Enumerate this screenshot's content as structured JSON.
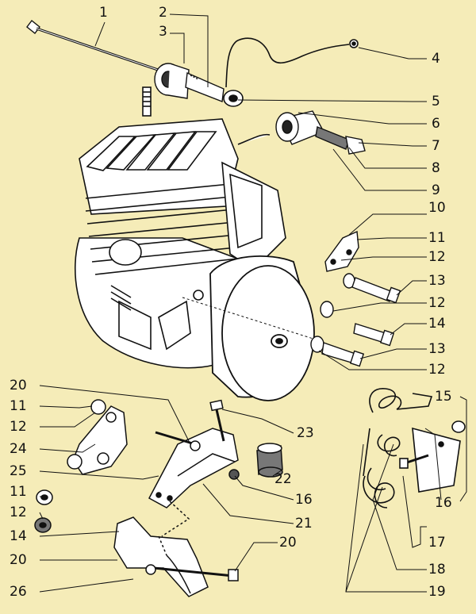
{
  "colors": {
    "paper": "#f5ecb8",
    "ink": "#111111",
    "metal": "#ffffff"
  },
  "callouts": [
    {
      "key": "c1",
      "label": "1"
    },
    {
      "key": "c2",
      "label": "2"
    },
    {
      "key": "c3",
      "label": "3"
    },
    {
      "key": "c4",
      "label": "4"
    },
    {
      "key": "c5",
      "label": "5"
    },
    {
      "key": "c6",
      "label": "6"
    },
    {
      "key": "c7",
      "label": "7"
    },
    {
      "key": "c8",
      "label": "8"
    },
    {
      "key": "c9",
      "label": "9"
    },
    {
      "key": "c10",
      "label": "10"
    },
    {
      "key": "c11a",
      "label": "11"
    },
    {
      "key": "c12a",
      "label": "12"
    },
    {
      "key": "c13a",
      "label": "13"
    },
    {
      "key": "c12b",
      "label": "12"
    },
    {
      "key": "c14a",
      "label": "14"
    },
    {
      "key": "c13b",
      "label": "13"
    },
    {
      "key": "c12c",
      "label": "12"
    },
    {
      "key": "c20a",
      "label": "20"
    },
    {
      "key": "c11b",
      "label": "11"
    },
    {
      "key": "c12d",
      "label": "12"
    },
    {
      "key": "c24",
      "label": "24"
    },
    {
      "key": "c25",
      "label": "25"
    },
    {
      "key": "c23",
      "label": "23"
    },
    {
      "key": "c22",
      "label": "22"
    },
    {
      "key": "c16a",
      "label": "16"
    },
    {
      "key": "c21",
      "label": "21"
    },
    {
      "key": "c11c",
      "label": "11"
    },
    {
      "key": "c12e",
      "label": "12"
    },
    {
      "key": "c14b",
      "label": "14"
    },
    {
      "key": "c20b",
      "label": "20"
    },
    {
      "key": "c20c",
      "label": "20"
    },
    {
      "key": "c26",
      "label": "26"
    },
    {
      "key": "c15",
      "label": "15"
    },
    {
      "key": "c16b",
      "label": "16"
    },
    {
      "key": "c17",
      "label": "17"
    },
    {
      "key": "c18",
      "label": "18"
    },
    {
      "key": "c19",
      "label": "19"
    }
  ]
}
